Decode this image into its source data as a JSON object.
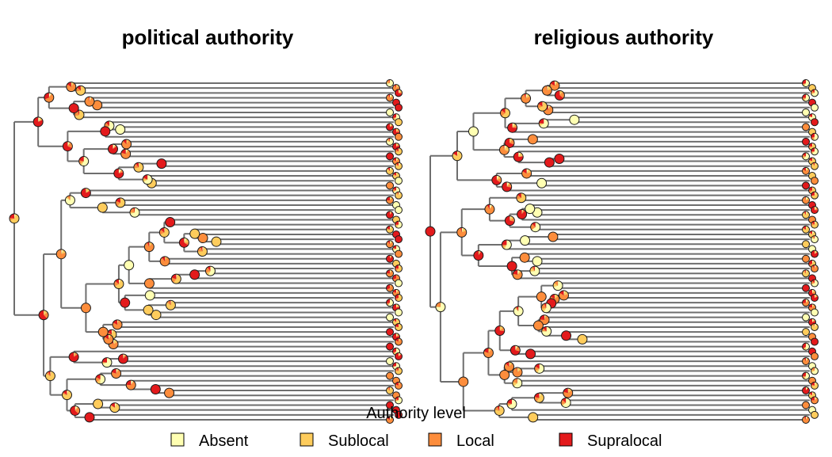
{
  "panels": [
    {
      "title": "political authority",
      "seed": 11
    },
    {
      "title": "religious authority",
      "seed": 29
    }
  ],
  "legend": {
    "title": "Authority level",
    "items": [
      {
        "label": "Absent",
        "color": "#ffffb2"
      },
      {
        "label": "Sublocal",
        "color": "#fecc5c"
      },
      {
        "label": "Local",
        "color": "#fd8d3c"
      },
      {
        "label": "Supralocal",
        "color": "#e31a1c"
      }
    ]
  },
  "colors": {
    "branch": "#6e6e6e",
    "node_outline": "#1a1a1a"
  }
}
